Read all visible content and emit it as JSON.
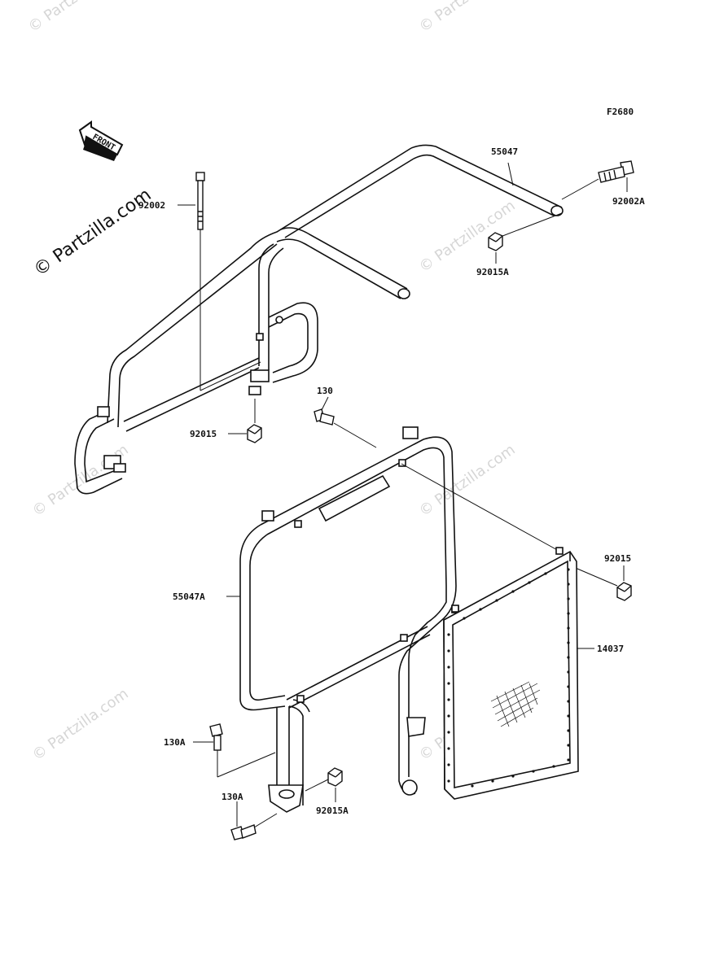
{
  "figure_code": "F2680",
  "front_label": "FRONT",
  "watermark_main": "© Partzilla.com",
  "watermark_faint": "© Partzilla.com",
  "parts": {
    "p55047": "55047",
    "p92002A": "92002A",
    "p92002": "92002",
    "p92015A_top": "92015A",
    "p130": "130",
    "p92015_left": "92015",
    "p92015_right": "92015",
    "p55047A": "55047A",
    "p14037": "14037",
    "p130A_upper": "130A",
    "p130A_lower": "130A",
    "p92015A_bottom": "92015A"
  }
}
